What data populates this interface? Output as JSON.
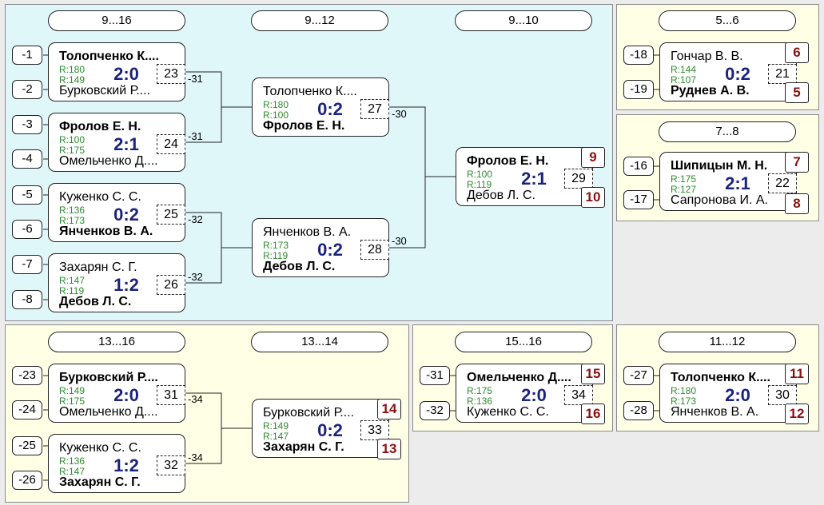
{
  "colors": {
    "blue_panel": "#e0f7fa",
    "yellow_panel": "#ffffe6",
    "score": "#1a237e",
    "rating": "#2e8b2e",
    "place": "#8b1010"
  },
  "headers": {
    "h1": "9...16",
    "h2": "9...12",
    "h3": "9...10",
    "h4": "5...6",
    "h5": "7...8",
    "h6": "13...16",
    "h7": "13...14",
    "h8": "15...16",
    "h9": "11...12"
  },
  "seeds": {
    "s1": "-1",
    "s2": "-2",
    "s3": "-3",
    "s4": "-4",
    "s5": "-5",
    "s6": "-6",
    "s7": "-7",
    "s8": "-8",
    "s18": "-18",
    "s19": "-19",
    "s16": "-16",
    "s17": "-17",
    "s23": "-23",
    "s24": "-24",
    "s25": "-25",
    "s26": "-26",
    "s31": "-31",
    "s32": "-32",
    "s27": "-27",
    "s28": "-28"
  },
  "links": {
    "l31a": "-31",
    "l31b": "-31",
    "l32a": "-32",
    "l32b": "-32",
    "l30a": "-30",
    "l30b": "-30",
    "l34a": "-34",
    "l34b": "-34"
  },
  "matches": {
    "m23": {
      "p1": "Толопченко К....",
      "r1": "R:180",
      "p2": "Бурковский Р....",
      "r2": "R:149",
      "score": "2:0",
      "num": "23"
    },
    "m24": {
      "p1": "Фролов Е. Н.",
      "r1": "R:100",
      "p2": "Омельченко Д....",
      "r2": "R:175",
      "score": "2:1",
      "num": "24"
    },
    "m25": {
      "p1": "Куженко С. С.",
      "r1": "R:136",
      "p2": "Янченков В. А.",
      "r2": "R:173",
      "score": "0:2",
      "num": "25"
    },
    "m26": {
      "p1": "Захарян С. Г.",
      "r1": "R:147",
      "p2": "Дебов Л. С.",
      "r2": "R:119",
      "score": "1:2",
      "num": "26"
    },
    "m27": {
      "p1": "Толопченко К....",
      "r1": "R:180",
      "p2": "Фролов Е. Н.",
      "r2": "R:100",
      "score": "0:2",
      "num": "27"
    },
    "m28": {
      "p1": "Янченков В. А.",
      "r1": "R:173",
      "p2": "Дебов Л. С.",
      "r2": "R:119",
      "score": "0:2",
      "num": "28"
    },
    "m29": {
      "p1": "Фролов Е. Н.",
      "r1": "R:100",
      "p2": "Дебов Л. С.",
      "r2": "R:119",
      "score": "2:1",
      "num": "29",
      "place1": "9",
      "place2": "10"
    },
    "m21": {
      "p1": "Гончар В. В.",
      "r1": "R:144",
      "p2": "Руднев А. В.",
      "r2": "R:107",
      "score": "0:2",
      "num": "21",
      "place1": "6",
      "place2": "5"
    },
    "m22": {
      "p1": "Шипицын М. Н.",
      "r1": "R:175",
      "p2": "Сапронова И. А.",
      "r2": "R:127",
      "score": "2:1",
      "num": "22",
      "place1": "7",
      "place2": "8"
    },
    "m31": {
      "p1": "Бурковский Р....",
      "r1": "R:149",
      "p2": "Омельченко Д....",
      "r2": "R:175",
      "score": "2:0",
      "num": "31"
    },
    "m32": {
      "p1": "Куженко С. С.",
      "r1": "R:136",
      "p2": "Захарян С. Г.",
      "r2": "R:147",
      "score": "1:2",
      "num": "32"
    },
    "m33": {
      "p1": "Бурковский Р....",
      "r1": "R:149",
      "p2": "Захарян С. Г.",
      "r2": "R:147",
      "score": "0:2",
      "num": "33",
      "place1": "14",
      "place2": "13"
    },
    "m34": {
      "p1": "Омельченко Д....",
      "r1": "R:175",
      "p2": "Куженко С. С.",
      "r2": "R:136",
      "score": "2:0",
      "num": "34",
      "place1": "15",
      "place2": "16"
    },
    "m30": {
      "p1": "Толопченко К....",
      "r1": "R:180",
      "p2": "Янченков В. А.",
      "r2": "R:173",
      "score": "2:0",
      "num": "30",
      "place1": "11",
      "place2": "12"
    }
  }
}
